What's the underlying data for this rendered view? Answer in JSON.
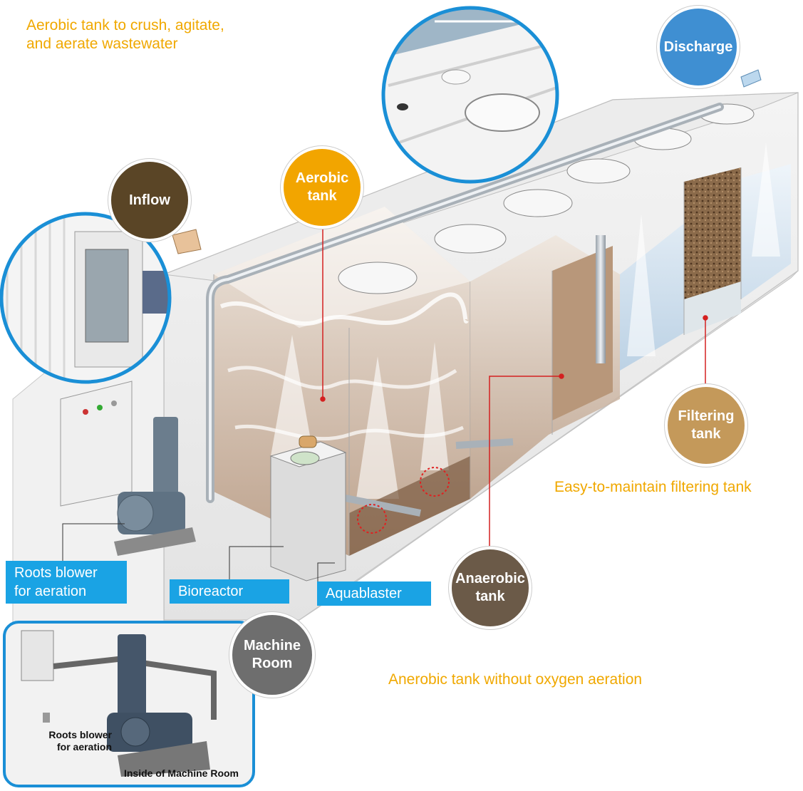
{
  "captions": {
    "aerobic_tank_desc": "Aerobic tank to crush, agitate,\nand aerate wastewater",
    "filtering_tank_desc": "Easy-to-maintain filtering tank",
    "anaerobic_tank_desc": "Anerobic tank without oxygen aeration"
  },
  "bubbles": {
    "inflow": "Inflow",
    "aerobic_tank": "Aerobic\ntank",
    "discharge": "Discharge",
    "filtering_tank": "Filtering\ntank",
    "anaerobic_tank": "Anaerobic\ntank",
    "machine_room": "Machine\nRoom"
  },
  "labels": {
    "roots_blower": "Roots blower\nfor aeration",
    "bioreactor": "Bioreactor",
    "aquablaster": "Aquablaster"
  },
  "photo": {
    "roots_blower": "Roots blower\nfor aeration",
    "inside_room": "Inside of Machine Room"
  },
  "colors": {
    "caption": "#f0a800",
    "tag": "#1aa3e4",
    "inflow": "#5a4526",
    "aerobic": "#f2a500",
    "discharge": "#3f8fd2",
    "filtering": "#c4995a",
    "anaerobic": "#6b5a48",
    "machine_room": "#6e6e6e"
  }
}
